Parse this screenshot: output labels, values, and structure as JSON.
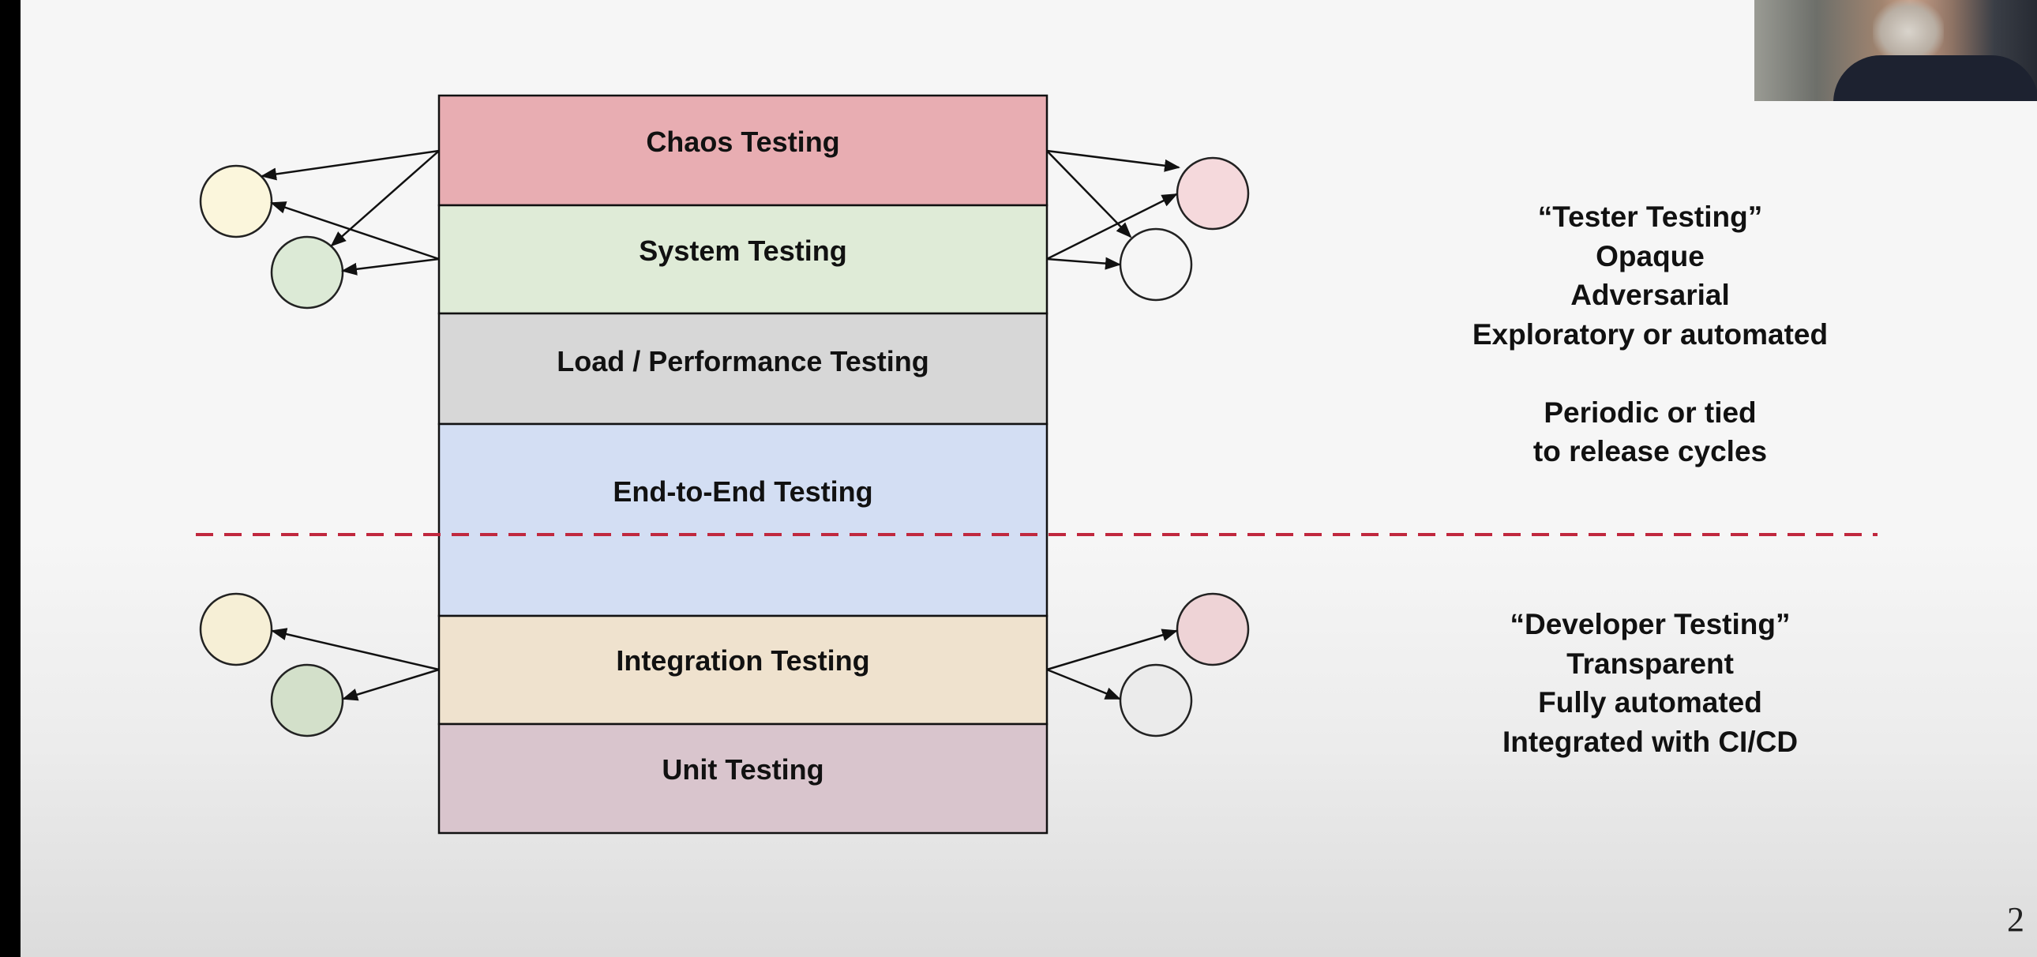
{
  "layers": [
    {
      "label": "Chaos Testing",
      "color": "#e8adb2"
    },
    {
      "label": "System Testing",
      "color": "#dfebd7"
    },
    {
      "label": "Load / Performance Testing",
      "color": "#d7d7d7"
    },
    {
      "label": "End-to-End Testing",
      "color": "#d3def3"
    },
    {
      "label": "Integration Testing",
      "color": "#efe2ce"
    },
    {
      "label": "Unit Testing",
      "color": "#d9c5cd"
    }
  ],
  "divider_color": "#c0283e",
  "tester_testing": {
    "lines": [
      "“Tester Testing”",
      "Opaque",
      "Adversarial",
      "Exploratory or automated"
    ],
    "cadence": [
      "Periodic or tied",
      "to release cycles"
    ]
  },
  "developer_testing": {
    "lines": [
      "“Developer Testing”",
      "Transparent",
      "Fully automated",
      "Integrated with CI/CD"
    ]
  },
  "page_number": "2"
}
